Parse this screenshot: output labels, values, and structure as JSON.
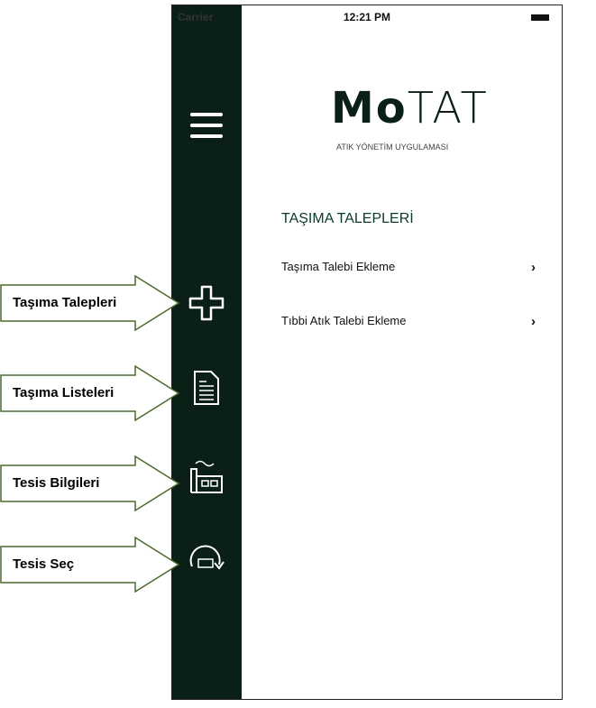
{
  "status_bar": {
    "carrier": "Carrier",
    "time": "12:21 PM"
  },
  "app": {
    "logo_bold": "Mo",
    "logo_light": "TAT",
    "tagline": "ATIK YÖNETİM UYGULAMASI"
  },
  "section": {
    "title": "TAŞIMA TALEPLERİ",
    "items": [
      {
        "label": "Taşıma Talebi Ekleme",
        "chevron": "›"
      },
      {
        "label": "Tıbbi Atık Talebi Ekleme",
        "chevron": "›"
      }
    ]
  },
  "sidebar": {
    "icons": [
      "menu-icon",
      "plus-icon",
      "document-icon",
      "factory-icon",
      "facility-select-icon"
    ],
    "color": "#0a2016"
  },
  "callouts": [
    "Taşıma Talepleri",
    "Taşıma Listeleri",
    "Tesis Bilgileri",
    "Tesis Seç"
  ]
}
